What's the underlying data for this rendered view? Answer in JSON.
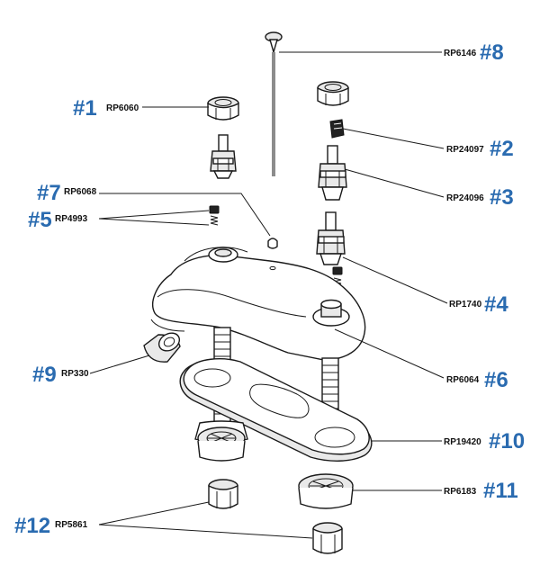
{
  "callouts": [
    {
      "id": "c1",
      "number": "#1",
      "part": "RP6060"
    },
    {
      "id": "c2",
      "number": "#2",
      "part": "RP24097"
    },
    {
      "id": "c3",
      "number": "#3",
      "part": "RP24096"
    },
    {
      "id": "c4",
      "number": "#4",
      "part": "RP1740"
    },
    {
      "id": "c5",
      "number": "#5",
      "part": "RP4993"
    },
    {
      "id": "c6",
      "number": "#6",
      "part": "RP6064"
    },
    {
      "id": "c7",
      "number": "#7",
      "part": "RP6068"
    },
    {
      "id": "c8",
      "number": "#8",
      "part": "RP6146"
    },
    {
      "id": "c9",
      "number": "#9",
      "part": "RP330"
    },
    {
      "id": "c10",
      "number": "#10",
      "part": "RP19420"
    },
    {
      "id": "c11",
      "number": "#11",
      "part": "RP6183"
    },
    {
      "id": "c12",
      "number": "#12",
      "part": "RP5861"
    }
  ],
  "colors": {
    "callout_number": "#2a6bb0",
    "part_number": "#111111",
    "line": "#1a1a1a"
  }
}
